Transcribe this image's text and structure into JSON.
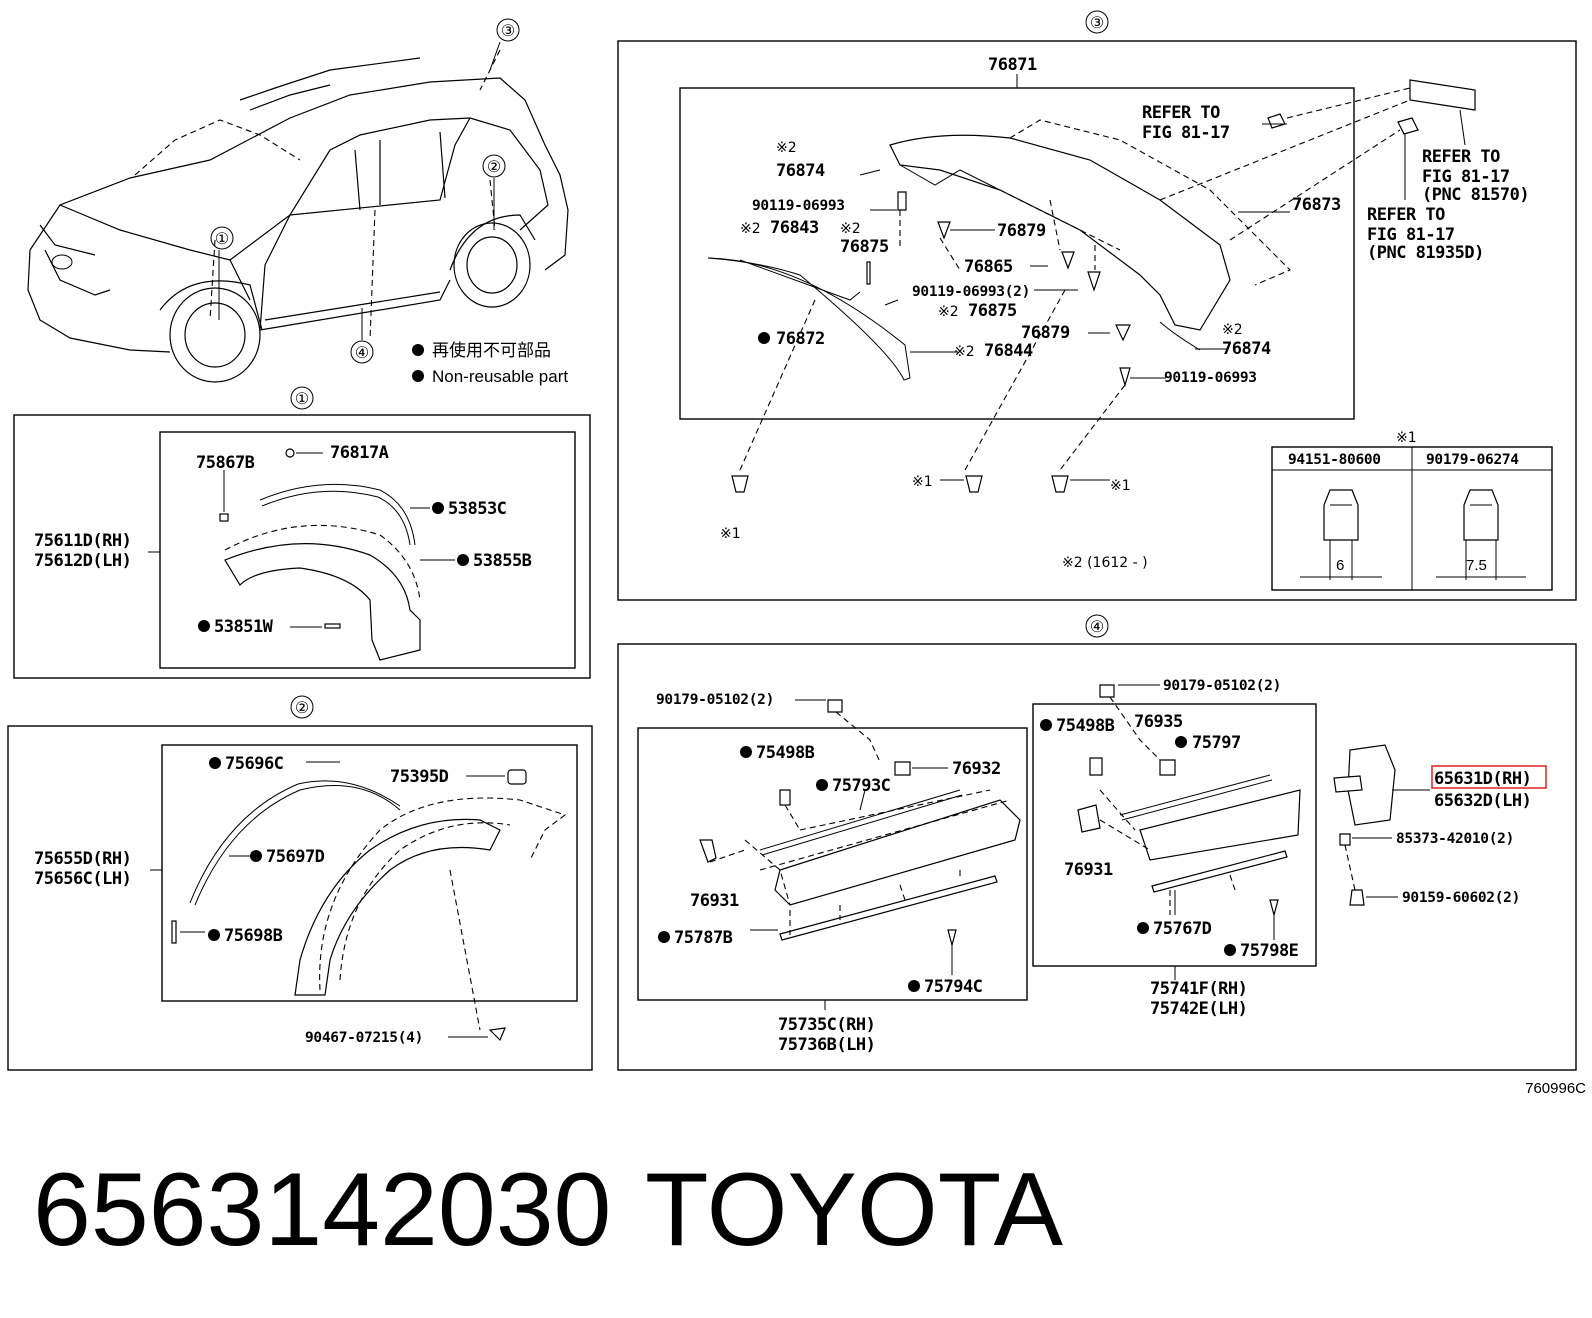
{
  "legend": {
    "jp": "再使用不可部品",
    "en": "Non-reusable part"
  },
  "sections": {
    "s1": "①",
    "s2": "②",
    "s3": "③",
    "s4": "④"
  },
  "car_callouts": {
    "c1": "①",
    "c2": "②",
    "c3": "③",
    "c4": "④"
  },
  "section1": {
    "p_75867B": "75867B",
    "p_76817A": "76817A",
    "p_53853C": "53853C",
    "p_53855B": "53855B",
    "p_53851W": "53851W",
    "assy_rh": "75611D(RH)",
    "assy_lh": "75612D(LH)"
  },
  "section2": {
    "p_75696C": "75696C",
    "p_75395D": "75395D",
    "p_75697D": "75697D",
    "p_75698B": "75698B",
    "assy_rh": "75655D(RH)",
    "assy_lh": "75656C(LH)",
    "p_90467": "90467-07215(4)"
  },
  "section3": {
    "p_76871": "76871",
    "refer1_a": "REFER TO",
    "refer1_b": "FIG 81-17",
    "refer2_a": "REFER TO",
    "refer2_b": "FIG 81-17",
    "refer2_c": "(PNC 81570)",
    "refer3_a": "REFER TO",
    "refer3_b": "FIG 81-17",
    "refer3_c": "(PNC 81935D)",
    "m2a": "※2",
    "p_76874a": "76874",
    "p_90119a": "90119-06993",
    "m2b": "※2",
    "p_76843": "76843",
    "m2c": "※2",
    "p_76875a": "76875",
    "p_76879a": "76879",
    "p_76873": "76873",
    "p_76865": "76865",
    "p_90119b": "90119-06993(2)",
    "m2d": "※2",
    "p_76875b": "76875",
    "p_76872": "76872",
    "p_76879b": "76879",
    "m2e": "※2",
    "p_76874b": "76874",
    "m2f": "※2",
    "p_76844": "76844",
    "p_90119c": "90119-06993",
    "m1_top": "※1",
    "tbl_a": "94151-80600",
    "tbl_b": "90179-06274",
    "dim_a": "6",
    "dim_b": "7.5",
    "m1a": "※1",
    "m1b": "※1",
    "m1c": "※1",
    "note": "※2 (1612 -     )"
  },
  "section4": {
    "p_90179a": "90179-05102(2)",
    "p_90179b": "90179-05102(2)",
    "p_75498Ba": "75498B",
    "p_76932": "76932",
    "p_75793C": "75793C",
    "p_76931a": "76931",
    "p_75787B": "75787B",
    "p_75794C": "75794C",
    "assy1_rh": "75735C(RH)",
    "assy1_lh": "75736B(LH)",
    "p_75498Bb": "75498B",
    "p_76935": "76935",
    "p_75797": "75797",
    "p_76931b": "76931",
    "p_75767D": "75767D",
    "p_75798E": "75798E",
    "assy2_rh": "75741F(RH)",
    "assy2_lh": "75742E(LH)",
    "p_65631D": "65631D(RH)",
    "p_65632D": "65632D(LH)",
    "p_85373": "85373-42010(2)",
    "p_90159": "90159-60602(2)"
  },
  "figure_code": "760996C",
  "part_number": "6563142030",
  "brand": "TOYOTA",
  "colors": {
    "highlight": "#e0201c",
    "line": "#000000"
  }
}
